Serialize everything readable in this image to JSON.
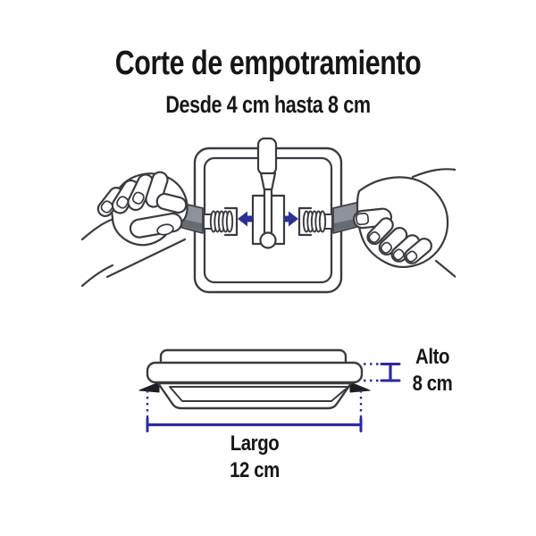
{
  "page": {
    "title": "Corte de empotramiento",
    "subtitle": "Desde 4 cm hasta 8 cm"
  },
  "side_view": {
    "alto_label": "Alto",
    "alto_value": "8 cm",
    "largo_label": "Largo",
    "largo_value": "12 cm"
  },
  "installation": {
    "icons": [
      "left-hand-icon",
      "right-hand-icon",
      "mounting-frame",
      "junction-box",
      "power-cable-icon",
      "spring-left-icon",
      "spring-right-icon",
      "pull-tab-left",
      "pull-tab-right",
      "arrow-left-icon",
      "arrow-right-icon"
    ]
  },
  "colors": {
    "dimension_blue": "#2a2aa2",
    "arrow_blue": "#2d3192",
    "line_dark": "#3a3a40",
    "clip_gray": "#8e939b",
    "clip_black": "#1e1e22",
    "text": "#161616",
    "background": "#ffffff"
  }
}
